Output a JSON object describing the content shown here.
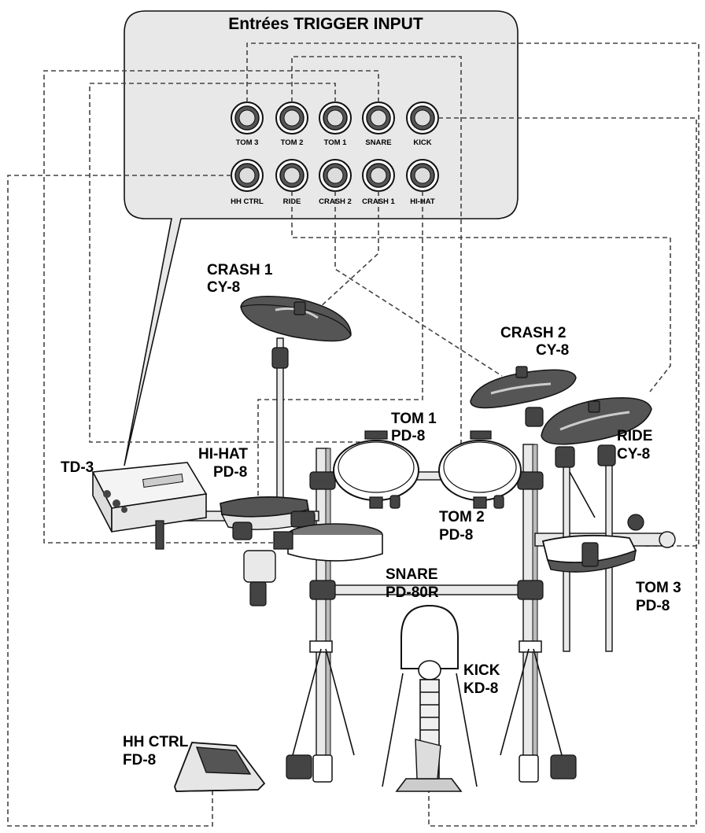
{
  "panel": {
    "title": "Entrées TRIGGER INPUT",
    "jacks_top": [
      "TOM 3",
      "TOM 2",
      "TOM 1",
      "SNARE",
      "KICK"
    ],
    "jacks_bottom": [
      "HH CTRL",
      "RIDE",
      "CRASH 2",
      "CRASH 1",
      "HI-HAT"
    ]
  },
  "components": {
    "crash1": {
      "name": "CRASH 1",
      "model": "CY-8"
    },
    "crash2": {
      "name": "CRASH 2",
      "model": "CY-8"
    },
    "ride": {
      "name": "RIDE",
      "model": "CY-8"
    },
    "tom1": {
      "name": "TOM 1",
      "model": "PD-8"
    },
    "tom2": {
      "name": "TOM 2",
      "model": "PD-8"
    },
    "tom3": {
      "name": "TOM 3",
      "model": "PD-8"
    },
    "hihat": {
      "name": "HI-HAT",
      "model": "PD-8"
    },
    "snare": {
      "name": "SNARE",
      "model": "PD-80R"
    },
    "kick": {
      "name": "KICK",
      "model": "KD-8"
    },
    "hhctrl": {
      "name": "HH CTRL",
      "model": "FD-8"
    },
    "module": {
      "name": "TD-3"
    }
  },
  "colors": {
    "panel_fill": "#e8e8e8",
    "line": "#111111",
    "cable": "#444444"
  }
}
